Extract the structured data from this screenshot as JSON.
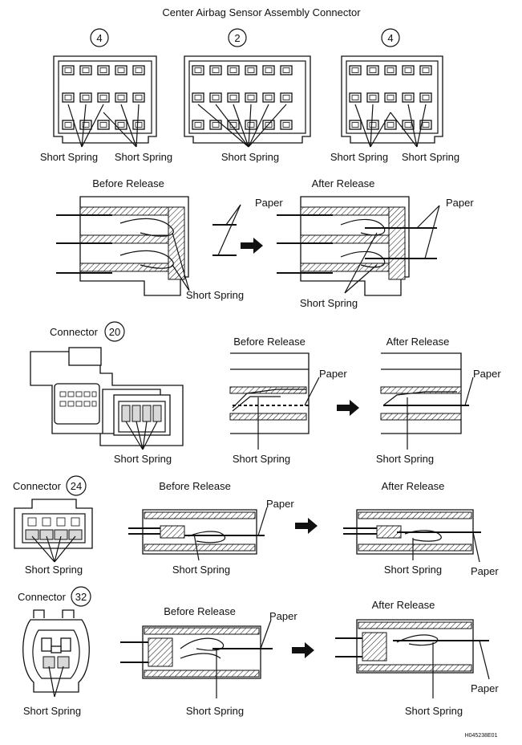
{
  "title": "Center Airbag Sensor Assembly Connector",
  "connector_numbers": {
    "left": "4",
    "middle": "2",
    "right": "4",
    "c20": "20",
    "c24": "24",
    "c32": "32"
  },
  "labels": {
    "short_spring": "Short Spring",
    "paper": "Paper",
    "before_release": "Before Release",
    "after_release": "After Release",
    "connector": "Connector"
  },
  "figure_id": "H045238E01"
}
